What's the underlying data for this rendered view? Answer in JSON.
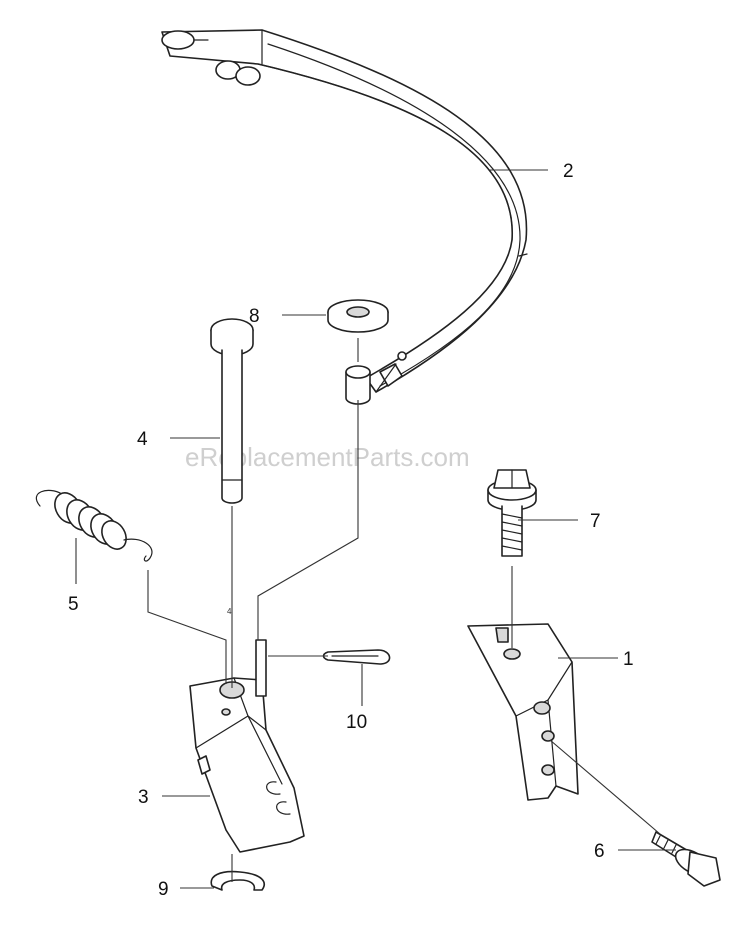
{
  "watermark": "eReplacementParts.com",
  "callouts": {
    "c1": "1",
    "c2": "2",
    "c3": "3",
    "c4": "4",
    "c5": "5",
    "c6": "6",
    "c7": "7",
    "c8": "8",
    "c9": "9",
    "c10": "10"
  },
  "small_mark": "4"
}
